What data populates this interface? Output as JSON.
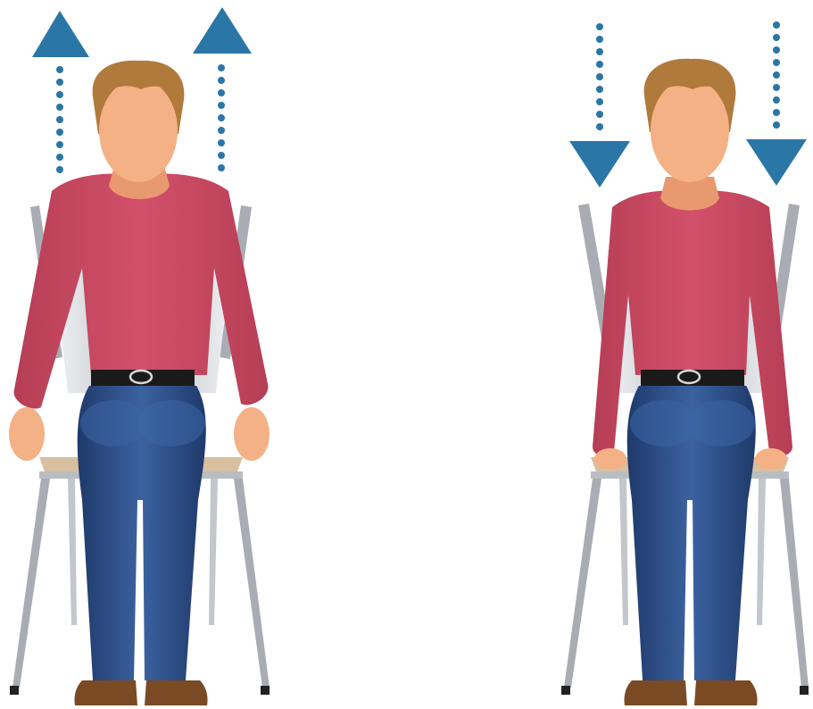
{
  "colors": {
    "background": "#ffffff",
    "arrow": "#2a76a6",
    "shirt": "#c84a60",
    "skin": "#f3b185",
    "hair": "#b07a3c",
    "jeans": "#2f4f86",
    "belt": "#1a1a1a",
    "chair_frame": "#a9adb3",
    "chair_seat": "#d8bfa0",
    "shoe": "#7a4a24"
  },
  "figures": [
    {
      "name": "left-figure",
      "arrows": "up"
    },
    {
      "name": "right-figure",
      "arrows": "down"
    }
  ]
}
